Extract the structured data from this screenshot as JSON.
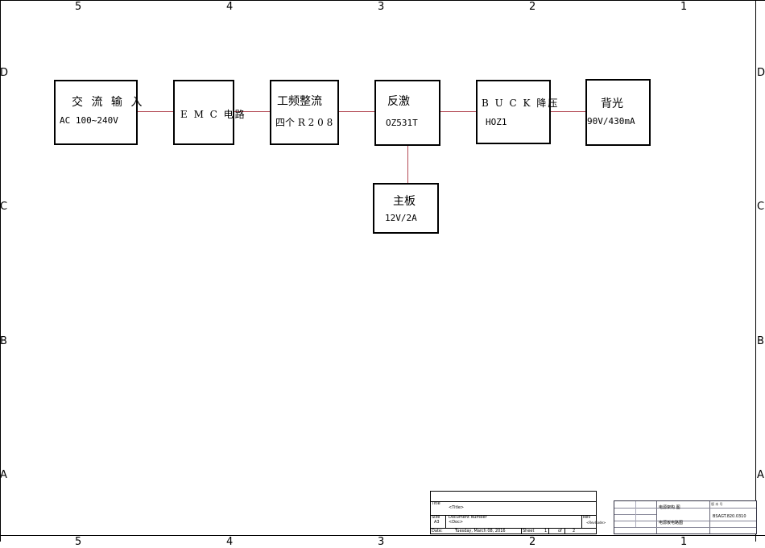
{
  "zones": {
    "columns": [
      "5",
      "4",
      "3",
      "2",
      "1"
    ],
    "rows": [
      "D",
      "C",
      "B",
      "A"
    ]
  },
  "blocks": [
    {
      "id": "ac-input",
      "line1": "交 流 输 入",
      "line2": "AC 100~240V"
    },
    {
      "id": "emc",
      "line1": "E M C 电路",
      "line2": ""
    },
    {
      "id": "rectifier",
      "line1": "工频整流",
      "line2": "四个 R 2 0 8"
    },
    {
      "id": "flyback",
      "line1": "反激",
      "line2": "OZ531T"
    },
    {
      "id": "buck",
      "line1": "B U C K 降压",
      "line2": "HOZ1"
    },
    {
      "id": "backlight",
      "line1": "背光",
      "line2": "90V/430mA"
    },
    {
      "id": "mainboard",
      "line1": "主板",
      "line2": "12V/2A"
    }
  ],
  "title_block": {
    "title_label": "Title",
    "title_value": "<Title>",
    "size_label": "Size",
    "size_value": "A3",
    "doc_label": "Document  Number",
    "doc_value": "<Doc>",
    "rev_label": "Rev",
    "rev_value": "<RevCode>",
    "date_label": "Date:",
    "date_value": "Tuesday, March 08, 2016",
    "sheet_label": "Sheet",
    "sheet_value": "1",
    "of_label": "of",
    "of_value": "2"
  },
  "company_block": {
    "drawing_title": "电源架构 图",
    "board_name": "电源板电路图",
    "code": "BSAGT.820.0310",
    "version_label": "版 本 号"
  }
}
